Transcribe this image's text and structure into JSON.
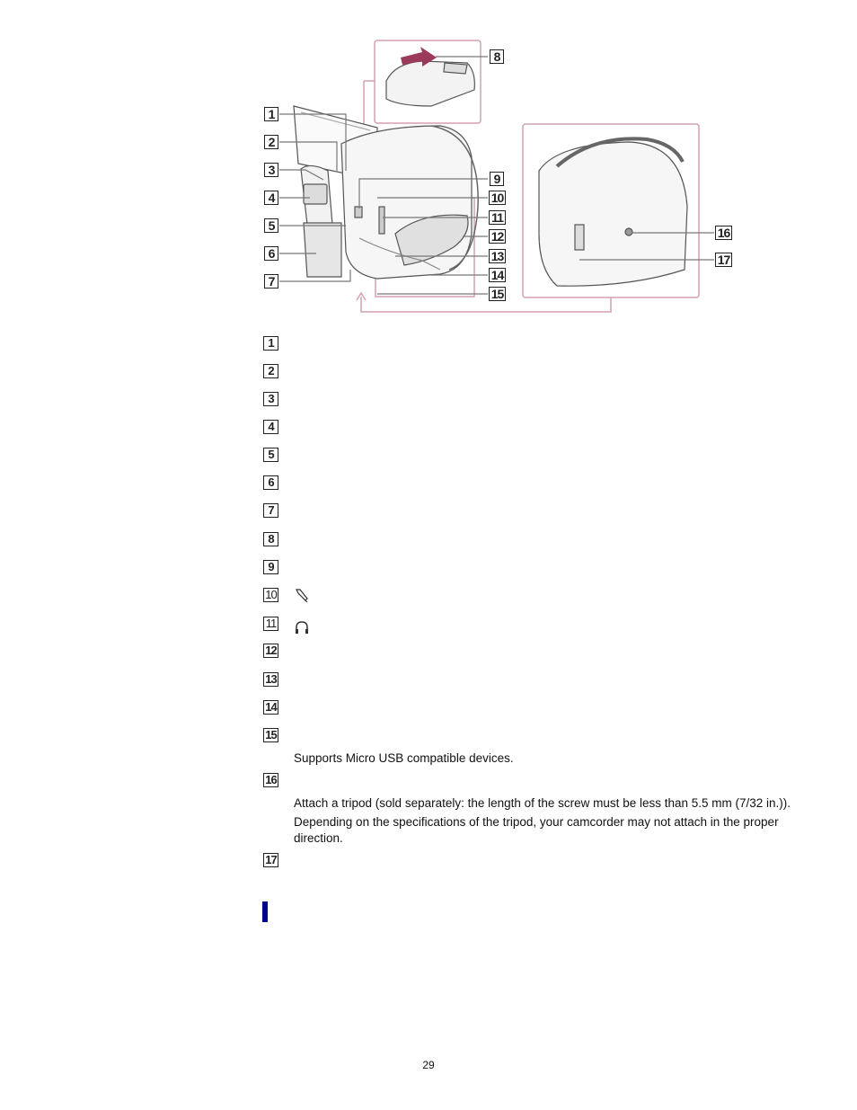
{
  "figure": {
    "callouts": [
      "1",
      "2",
      "3",
      "4",
      "5",
      "6",
      "7",
      "8",
      "9",
      "10",
      "11",
      "12",
      "13",
      "14",
      "15",
      "16",
      "17"
    ]
  },
  "list": {
    "numbers": [
      "1",
      "2",
      "3",
      "4",
      "5",
      "6",
      "7",
      "8",
      "9",
      "10",
      "11",
      "12",
      "13",
      "14",
      "15",
      "16",
      "17"
    ],
    "item10_icon": "microphone-icon",
    "item11_icon": "headphones-icon"
  },
  "descriptions": {
    "item15": "Supports Micro USB compatible devices.",
    "item16_line1": "Attach a tripod (sold separately: the length of the screw must be less than 5.5 mm (7/32 in.)).",
    "item16_line2": "Depending on the specifications of the tripod, your camcorder may not attach in the proper direction."
  },
  "footer": {
    "page_number": "29"
  },
  "colors": {
    "section_marker": "#00008b",
    "arrow": "#9b3a5a"
  }
}
